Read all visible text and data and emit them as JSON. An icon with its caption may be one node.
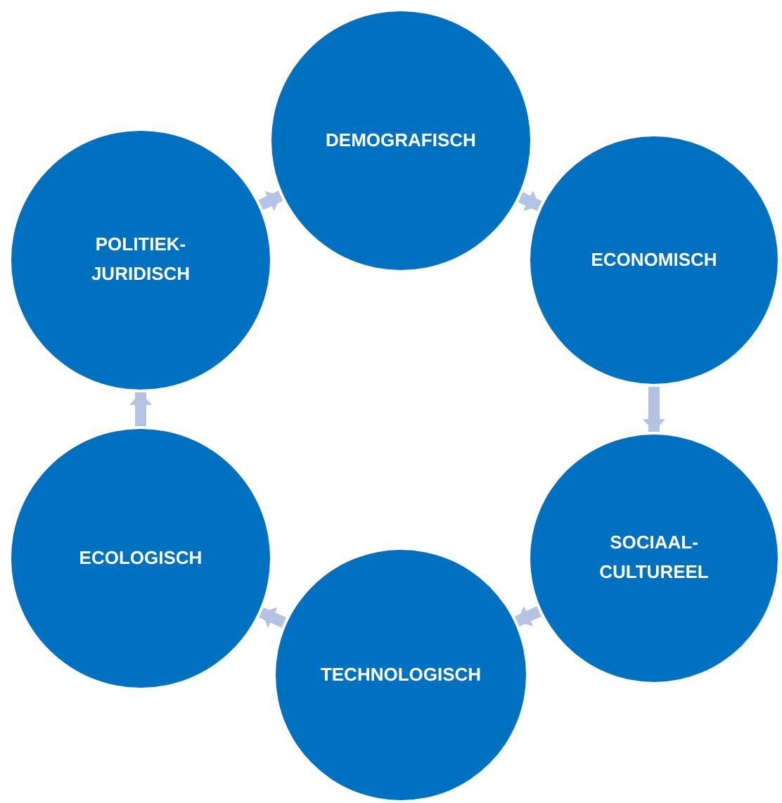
{
  "diagram": {
    "nodes": [
      {
        "text": [
          "DEMOGRAFISCH"
        ]
      },
      {
        "text": [
          "ECONOMISCH"
        ]
      },
      {
        "text": [
          "SOCIAAL- CULTUREEL"
        ]
      },
      {
        "text": [
          "TECHNOLOGISCH"
        ]
      },
      {
        "text": [
          "ECOLOGISCH"
        ]
      },
      {
        "text": [
          "POLITIEK- JURIDISCH"
        ]
      }
    ],
    "edges": [
      {
        "from": 0,
        "to": 1,
        "arrow": "to"
      },
      {
        "from": 1,
        "to": 2,
        "arrow": "to"
      },
      {
        "from": 2,
        "to": 3,
        "arrow": "to"
      },
      {
        "from": 3,
        "to": 4,
        "arrow": "to"
      },
      {
        "from": 4,
        "to": 5,
        "arrow": "to"
      },
      {
        "from": 5,
        "to": 0,
        "arrow": "to"
      }
    ]
  }
}
